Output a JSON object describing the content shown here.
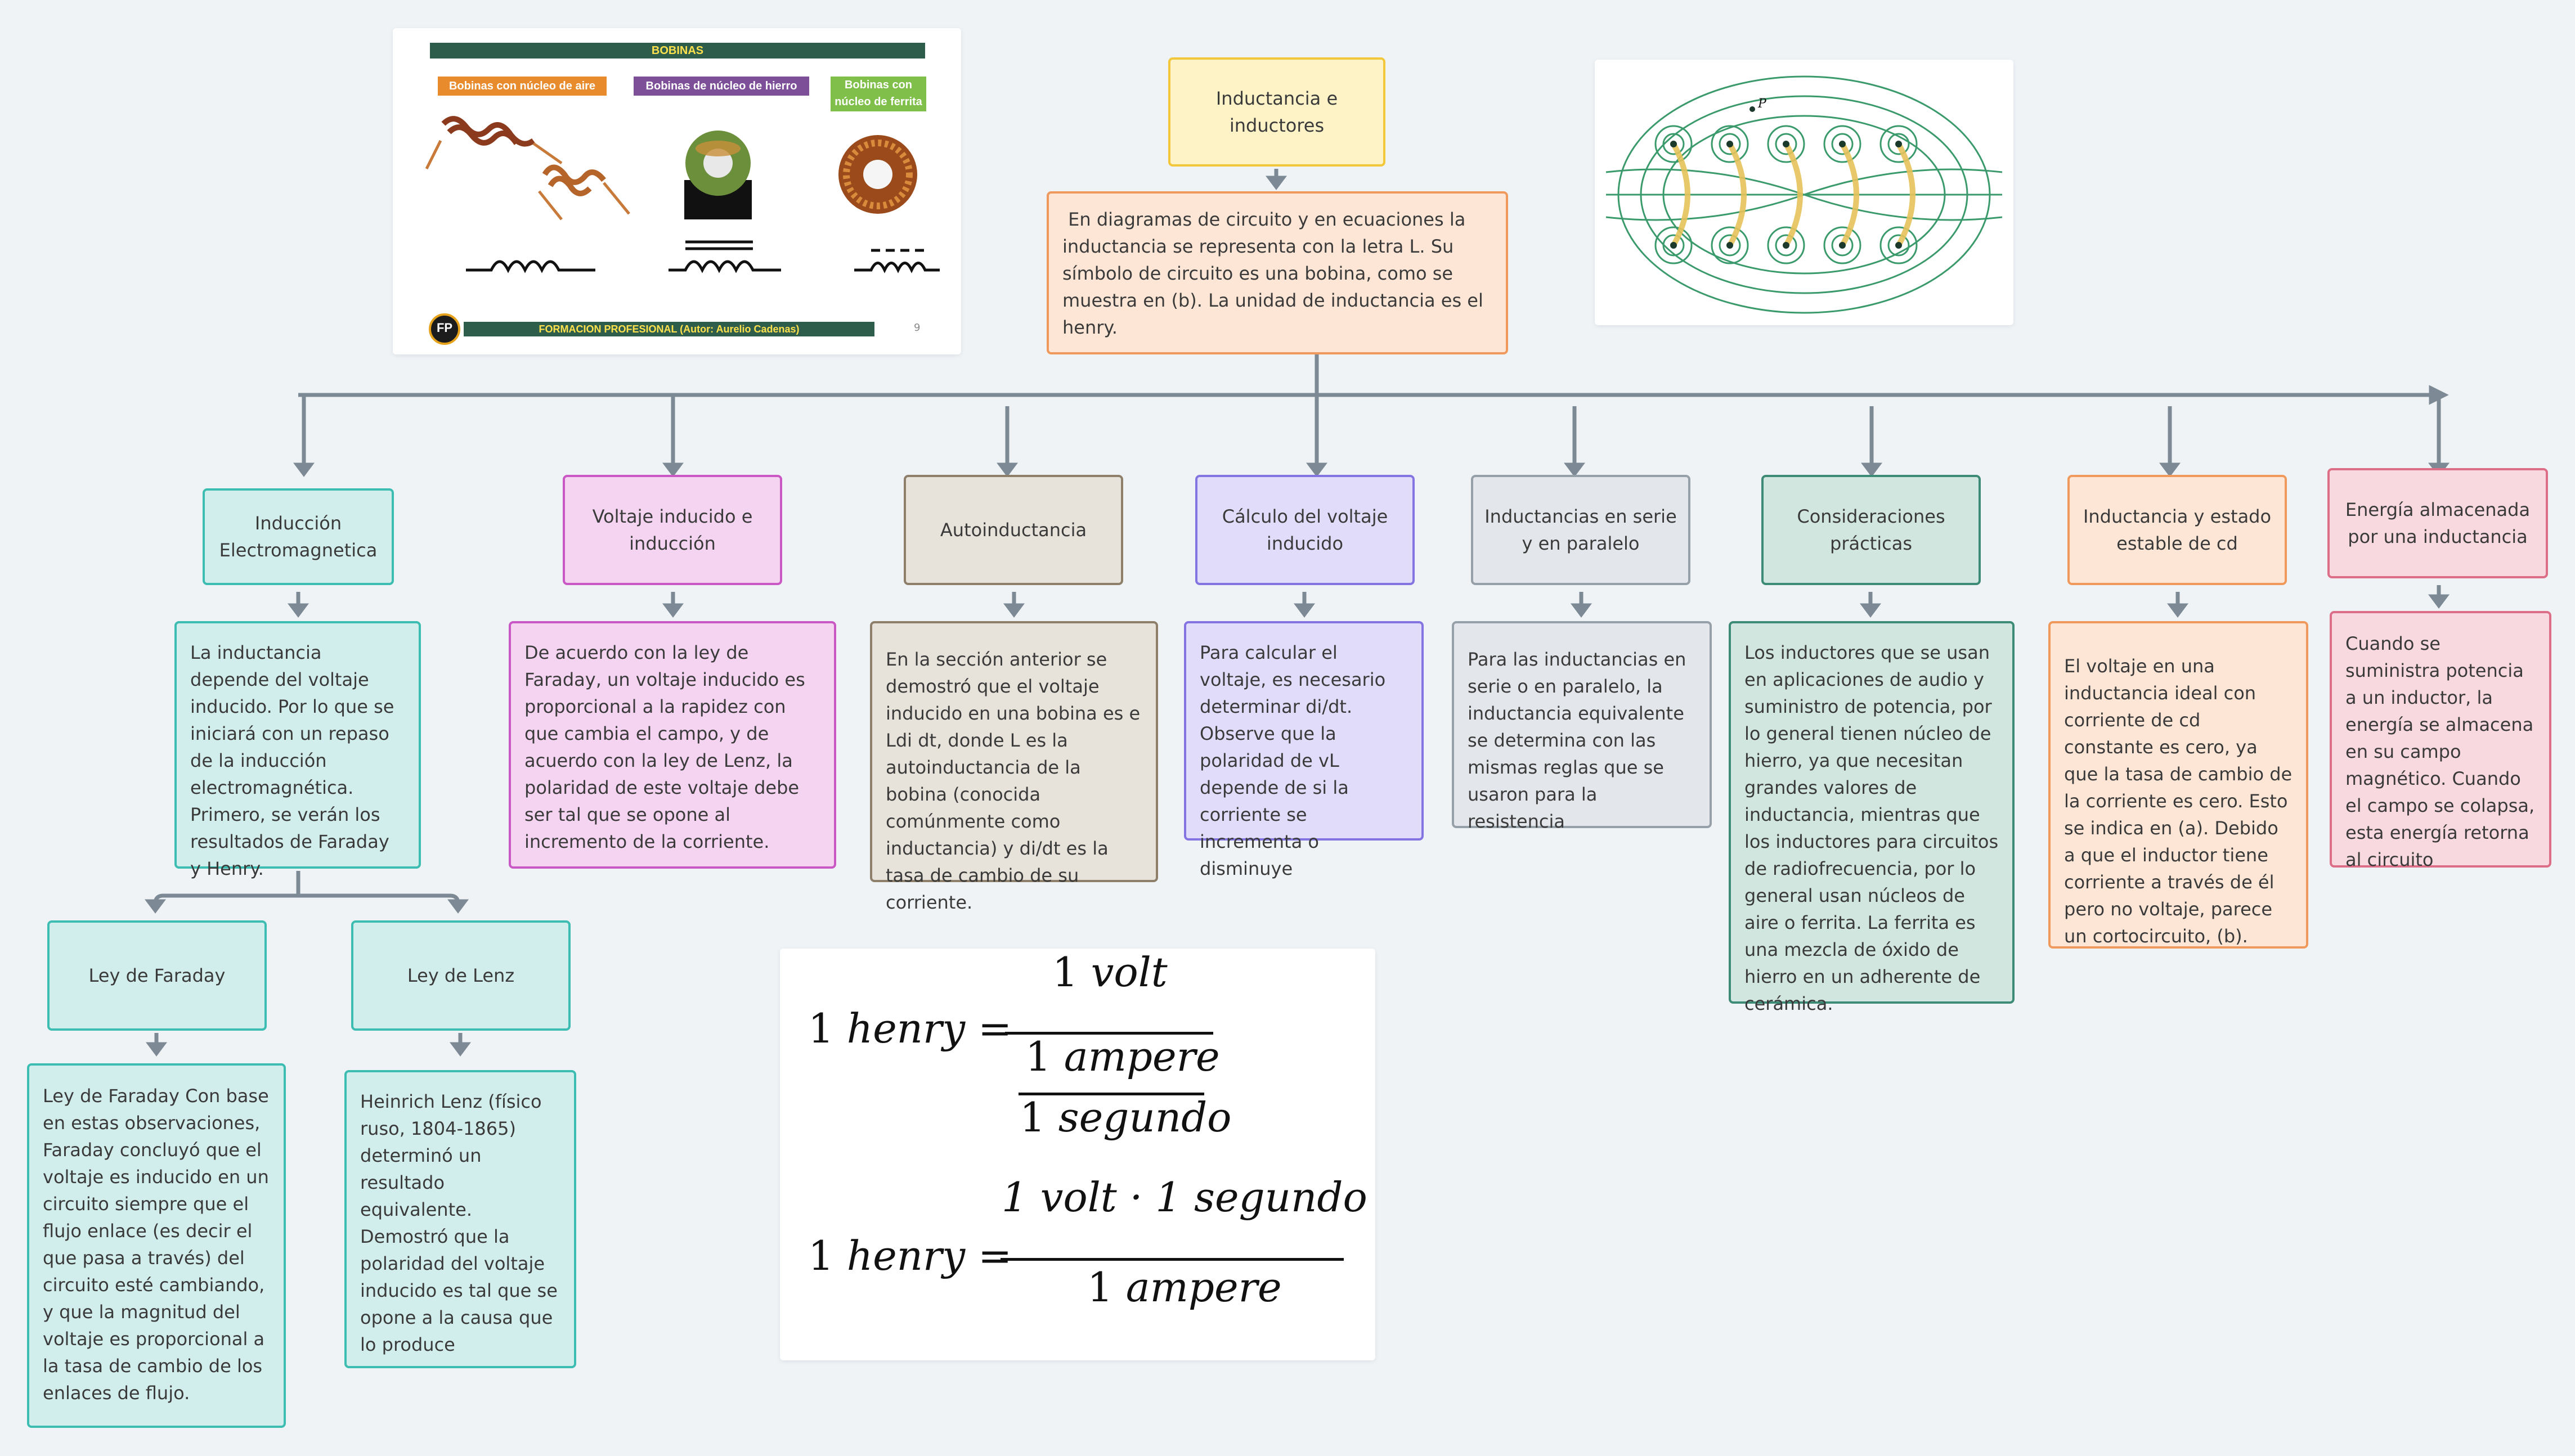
{
  "colors": {
    "connector": "#7d8a96",
    "yellow_bg": "#fdf3c7",
    "yellow_border": "#f2c73a",
    "orange_bg": "#fde6d5",
    "orange_border": "#ef9a5c",
    "teal_bg": "#d2eeec",
    "teal_border": "#3dbdb2",
    "pink_bg": "#f4d4f1",
    "pink_border": "#c957c4",
    "tan_bg": "#e7e2da",
    "tan_border": "#8e7f6b",
    "lavender_bg": "#e2dcfb",
    "lavender_border": "#8374e2",
    "gray_bg": "#e3e6ea",
    "gray_border": "#96a0a9",
    "green_bg": "#d1e6df",
    "green_border": "#3d8a76",
    "rose_bg": "#f8d9df",
    "rose_border": "#dc6e87"
  },
  "root": {
    "title": "Inductancia e inductores",
    "description": " En diagramas de circuito y en ecuaciones la inductancia se representa con la letra L. Su símbolo de circuito es una bobina, como se muestra en (b). La unidad de inductancia es el henry."
  },
  "branches": [
    {
      "title": "Inducción Electromagnetica",
      "description": "La inductancia depende del voltaje inducido. Por lo que se iniciará con un repaso de la inducción electromagnética. Primero, se verán los resultados de Faraday y Henry."
    },
    {
      "title": "Voltaje inducido  e inducción",
      "description": "De acuerdo con la ley de Faraday, un voltaje inducido es proporcional a la rapidez con que cambia el campo, y de acuerdo con la ley de Lenz, la polaridad de este voltaje debe ser tal que se opone al incremento de la corriente."
    },
    {
      "title": "Autoinductancia",
      "description": "En la sección anterior se demostró que el voltaje inducido en una bobina es e   Ldi dt, donde L es la autoinductancia de la bobina (conocida comúnmente como inductancia) y di/dt es la tasa de cambio de su corriente."
    },
    {
      "title": "Cálculo del voltaje inducido",
      "description": "Para calcular el voltaje, es necesario determinar di/dt.  Observe que la polaridad de vL depende de si la corriente se incrementa o  disminuye"
    },
    {
      "title": "Inductancias en serie y en paralelo",
      "description": "Para las inductancias en serie o en paralelo, la inductancia equivalente se determina con las mismas reglas que se usaron para la resistencia"
    },
    {
      "title": "Consideraciones prácticas",
      "description": "Los inductores que se usan en aplicaciones de audio y suministro de potencia, por lo general tienen núcleo de hierro, ya que necesitan grandes valores de inductancia, mientras que los inductores para circuitos de radiofrecuencia, por lo general usan núcleos de aire o ferrita. La ferrita es una mezcla de óxido de hierro en un adherente de cerámica."
    },
    {
      "title": "Inductancia y estado estable de cd",
      "description": "El voltaje en una inductancia ideal con corriente de cd constante es cero, ya que la tasa de cambio de la corriente es cero. Esto se  indica en (a). Debido a que el inductor tiene corriente a través de él pero no  voltaje, parece un cortocircuito, (b)."
    },
    {
      "title": "Energía almacenada por una inductancia",
      "description": "Cuando se suministra potencia a un inductor, la energía se almacena en su campo magnético. Cuando el campo se colapsa, esta energía retorna al circuito"
    }
  ],
  "sub_branches": [
    {
      "title": "Ley de Faraday",
      "description": "Ley de Faraday Con base en estas observaciones, Faraday concluyó que el voltaje es inducido en un circuito siempre que el flujo enlace (es decir el que pasa a través) del circuito esté cambiando, y que la magnitud del voltaje es proporcional a la tasa de cambio de los enlaces de flujo."
    },
    {
      "title": "Ley de Lenz",
      "description": "Heinrich Lenz (físico ruso, 1804-1865) determinó un resultado equivalente. Demostró que la polaridad del voltaje inducido es tal que se opone a la causa que lo produce"
    }
  ],
  "coil_image": {
    "header": "BOBINAS",
    "tag_air": "Bobinas con núcleo de aire",
    "tag_iron": "Bobinas de núcleo de hierro",
    "tag_ferrite": "Bobinas con núcleo de ferrita",
    "footer": "FORMACION PROFESIONAL  (Autor: Aurelio Cadenas)",
    "logo": "FP",
    "page": "9",
    "tag_air_color": "#e88b2c",
    "tag_iron_color": "#7d4f99",
    "tag_ferrite_color": "#7fbf4a",
    "header_color": "#2e5d4b"
  },
  "field_image": {
    "point_label": "P",
    "coil_color": "#e6c35a",
    "field_color": "#3a9a6b"
  },
  "formula": {
    "lhs_num": "1",
    "lhs_unit": "henry",
    "eq": "=",
    "f1_num_n": "1",
    "f1_num_u": "volt",
    "f1_den1_n": "1",
    "f1_den1_u": "ampere",
    "f1_den2_n": "1",
    "f1_den2_u": "segundo",
    "f2_num": "1 volt  · 1 segundo",
    "f2_den_n": "1",
    "f2_den_u": "ampere"
  }
}
